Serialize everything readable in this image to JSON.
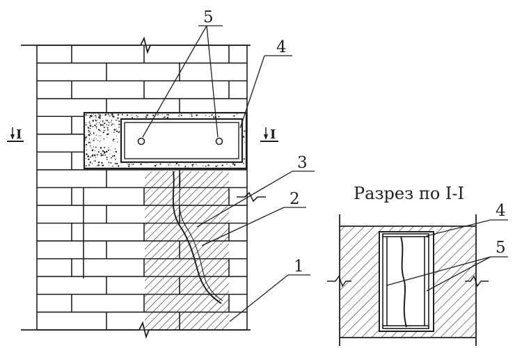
{
  "callouts": {
    "n1": "1",
    "n2": "2",
    "n3": "3",
    "n4_elevation": "4",
    "n5_elevation": "5",
    "n4_section": "4",
    "n5_section": "5"
  },
  "section_marks": {
    "left": "I",
    "right": "I"
  },
  "section_title": "Разрез по I-I",
  "colors": {
    "line": "#1e1e1e",
    "hatch": "#2a2a2a",
    "paper": "#ffffff",
    "concrete_speckle": "#222222"
  },
  "icons": {
    "hole": "small-circle",
    "break_line": "zigzag-break"
  }
}
